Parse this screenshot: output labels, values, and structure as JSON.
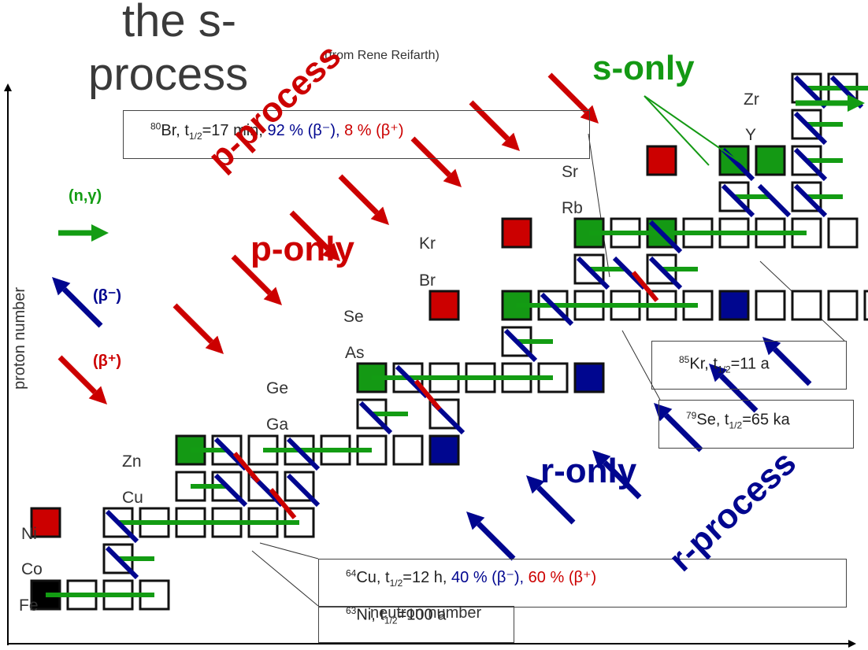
{
  "title": {
    "line1": "the s-",
    "line2": "process"
  },
  "credit": "(from Rene Reifarth)",
  "labels": {
    "s_only": "s-only",
    "p_process": "p-process",
    "p_only": "p-only",
    "r_only": "r-only",
    "r_process": "r-process"
  },
  "legend": {
    "n_gamma": "(n,γ)",
    "beta_minus": "(β⁻)",
    "beta_plus": "(β⁺)"
  },
  "axes": {
    "x": "neutron number",
    "y": "proton number"
  },
  "elements": {
    "Zr": "Zr",
    "Y": "Y",
    "Sr": "Sr",
    "Rb": "Rb",
    "Kr": "Kr",
    "Br": "Br",
    "Se": "Se",
    "As": "As",
    "Ge": "Ge",
    "Ga": "Ga",
    "Zn": "Zn",
    "Cu": "Cu",
    "Ni": "Ni",
    "Co": "Co",
    "Fe": "Fe"
  },
  "callouts": {
    "br80": {
      "mass": "80",
      "nuc": "Br, t",
      "half": "1/2",
      "time": "=17 min, ",
      "blue": "92 % (β⁻)",
      "sep": ", ",
      "red": "8 % (β⁺)"
    },
    "kr85": {
      "mass": "85",
      "nuc": "Kr, t",
      "half": "1/2",
      "time": "=11 a"
    },
    "se79": {
      "mass": "79",
      "nuc": "Se, t",
      "half": "1/2",
      "time": "=65 ka"
    },
    "cu64": {
      "mass": "64",
      "nuc": "Cu, t",
      "half": "1/2",
      "time": "=12 h, ",
      "blue": "40 % (β⁻)",
      "sep": ", ",
      "red": "60 % (β⁺)"
    },
    "ni63": {
      "mass": "63",
      "nuc": "Ni, t",
      "half": "1/2",
      "time": "=100 a"
    }
  },
  "colors": {
    "s_only": "#149914",
    "p_only": "#cc0000",
    "r_only": "#00068f",
    "stable": "#ffffff",
    "seed": "#000000",
    "n_gamma": "#139c13",
    "beta_minus": "#00068f",
    "beta_plus": "#cc0000"
  }
}
